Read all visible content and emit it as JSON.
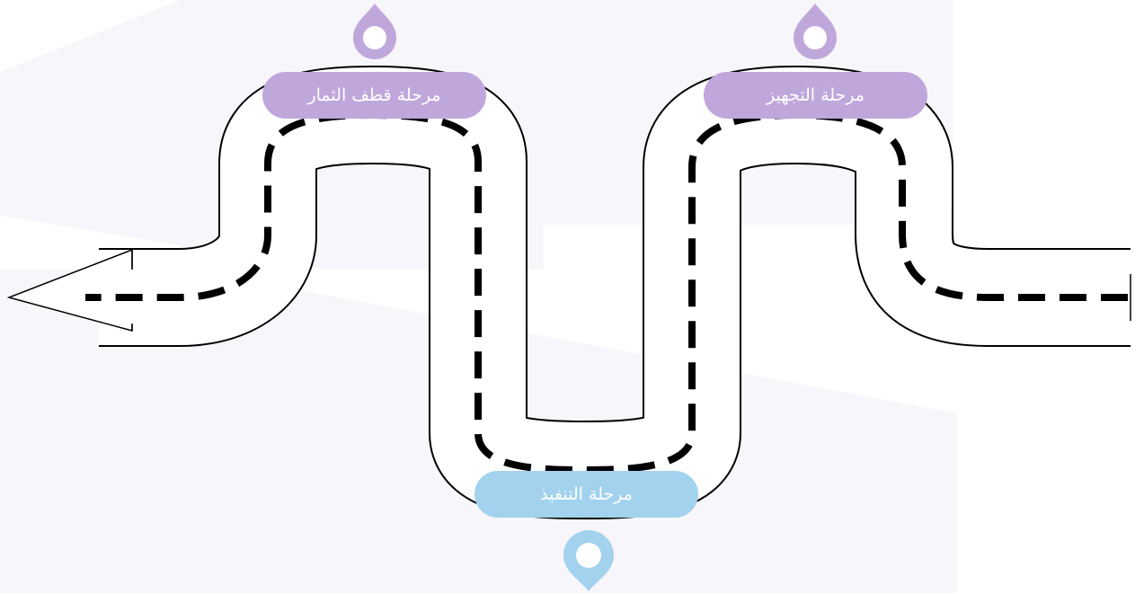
{
  "stages": {
    "harvest": {
      "label": "مرحلة قطف الثمار",
      "color": "#BFA7DB"
    },
    "preparation": {
      "label": "مرحلة  التجهيز",
      "color": "#BFA7DB"
    },
    "execution": {
      "label": "مرحلة التنفيذ",
      "color": "#A2D2EE"
    }
  },
  "pins": {
    "harvest": {
      "icon": "map-pin-icon",
      "color": "#BFA7DB"
    },
    "preparation": {
      "icon": "map-pin-icon",
      "color": "#BFA7DB"
    },
    "execution": {
      "icon": "map-pin-icon",
      "color": "#A2D2EE"
    }
  },
  "road": {
    "fill": "#FFFFFF",
    "edge_color": "#000000",
    "lane_color": "#000000"
  },
  "background": {
    "band_color": "#F7F6FA"
  }
}
